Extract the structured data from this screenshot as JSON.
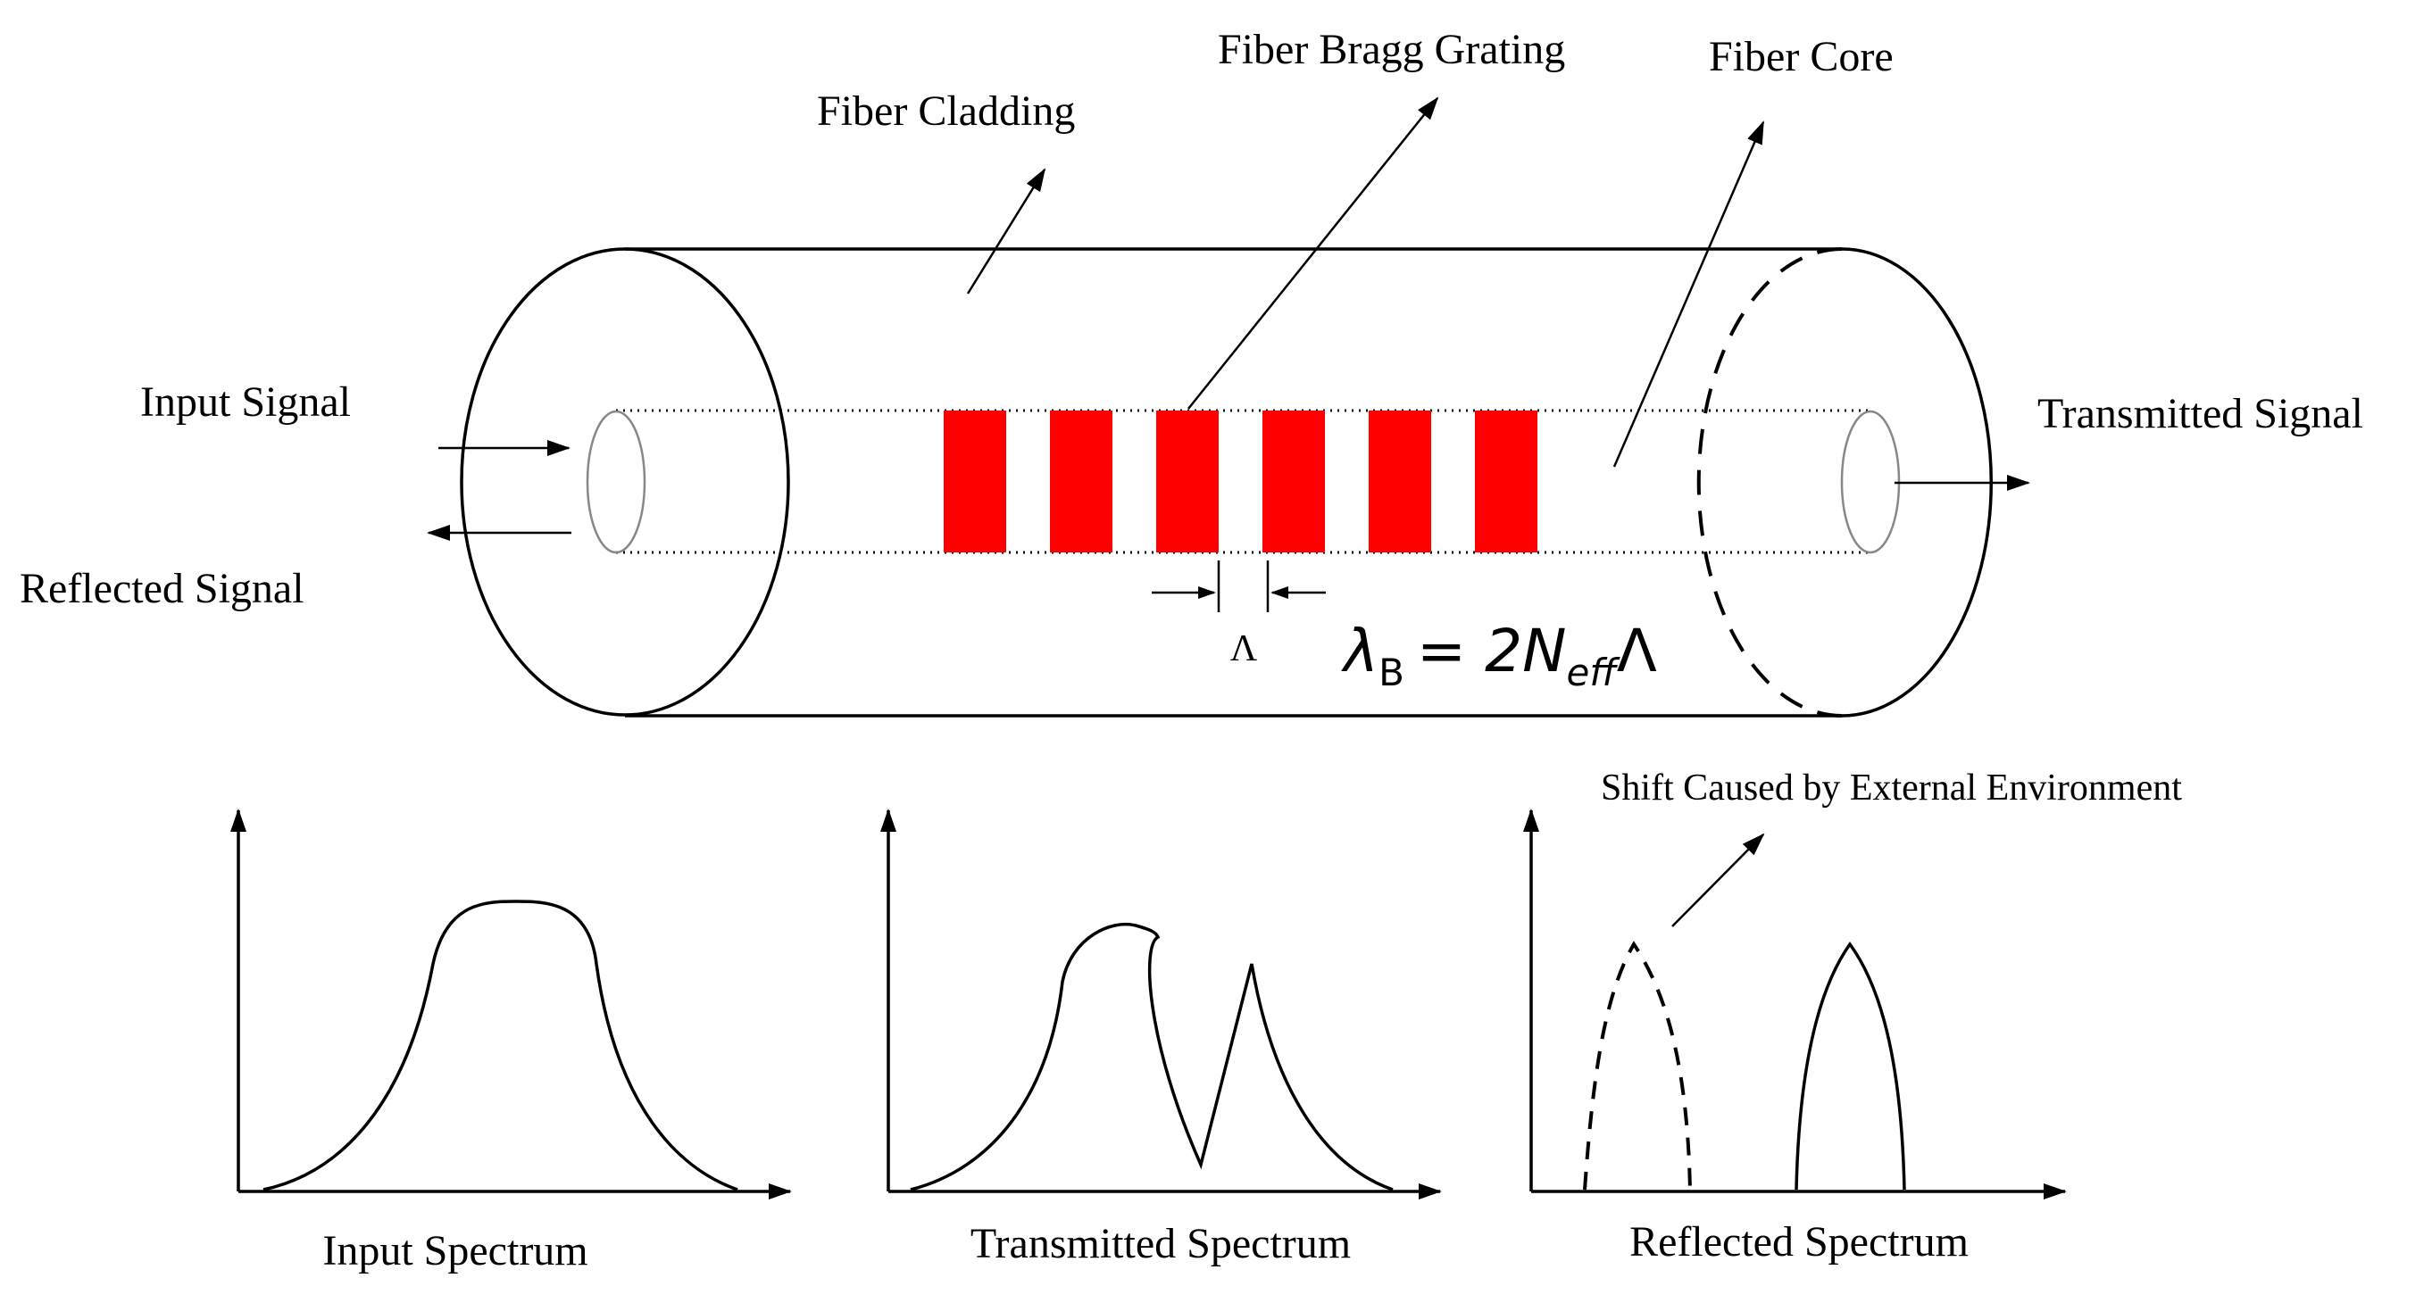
{
  "labels": {
    "fiber_cladding": "Fiber Cladding",
    "fiber_bragg_grating": "Fiber Bragg Grating",
    "fiber_core": "Fiber Core",
    "input_signal": "Input Signal",
    "reflected_signal": "Reflected Signal",
    "transmitted_signal": "Transmitted Signal",
    "period_symbol": "Λ",
    "shift_caused": "Shift Caused by External Environment",
    "input_spectrum": "Input Spectrum",
    "transmitted_spectrum": "Transmitted Spectrum",
    "reflected_spectrum": "Reflected Spectrum"
  },
  "equation": {
    "lambda": "λ",
    "lambda_sub": "B",
    "rhs_main": "= 2N",
    "rhs_sub": "eff",
    "rhs_tail": "Λ"
  },
  "colors": {
    "grating": "#ff0000",
    "line": "#000000"
  },
  "grating": {
    "stripe_count": 6
  }
}
